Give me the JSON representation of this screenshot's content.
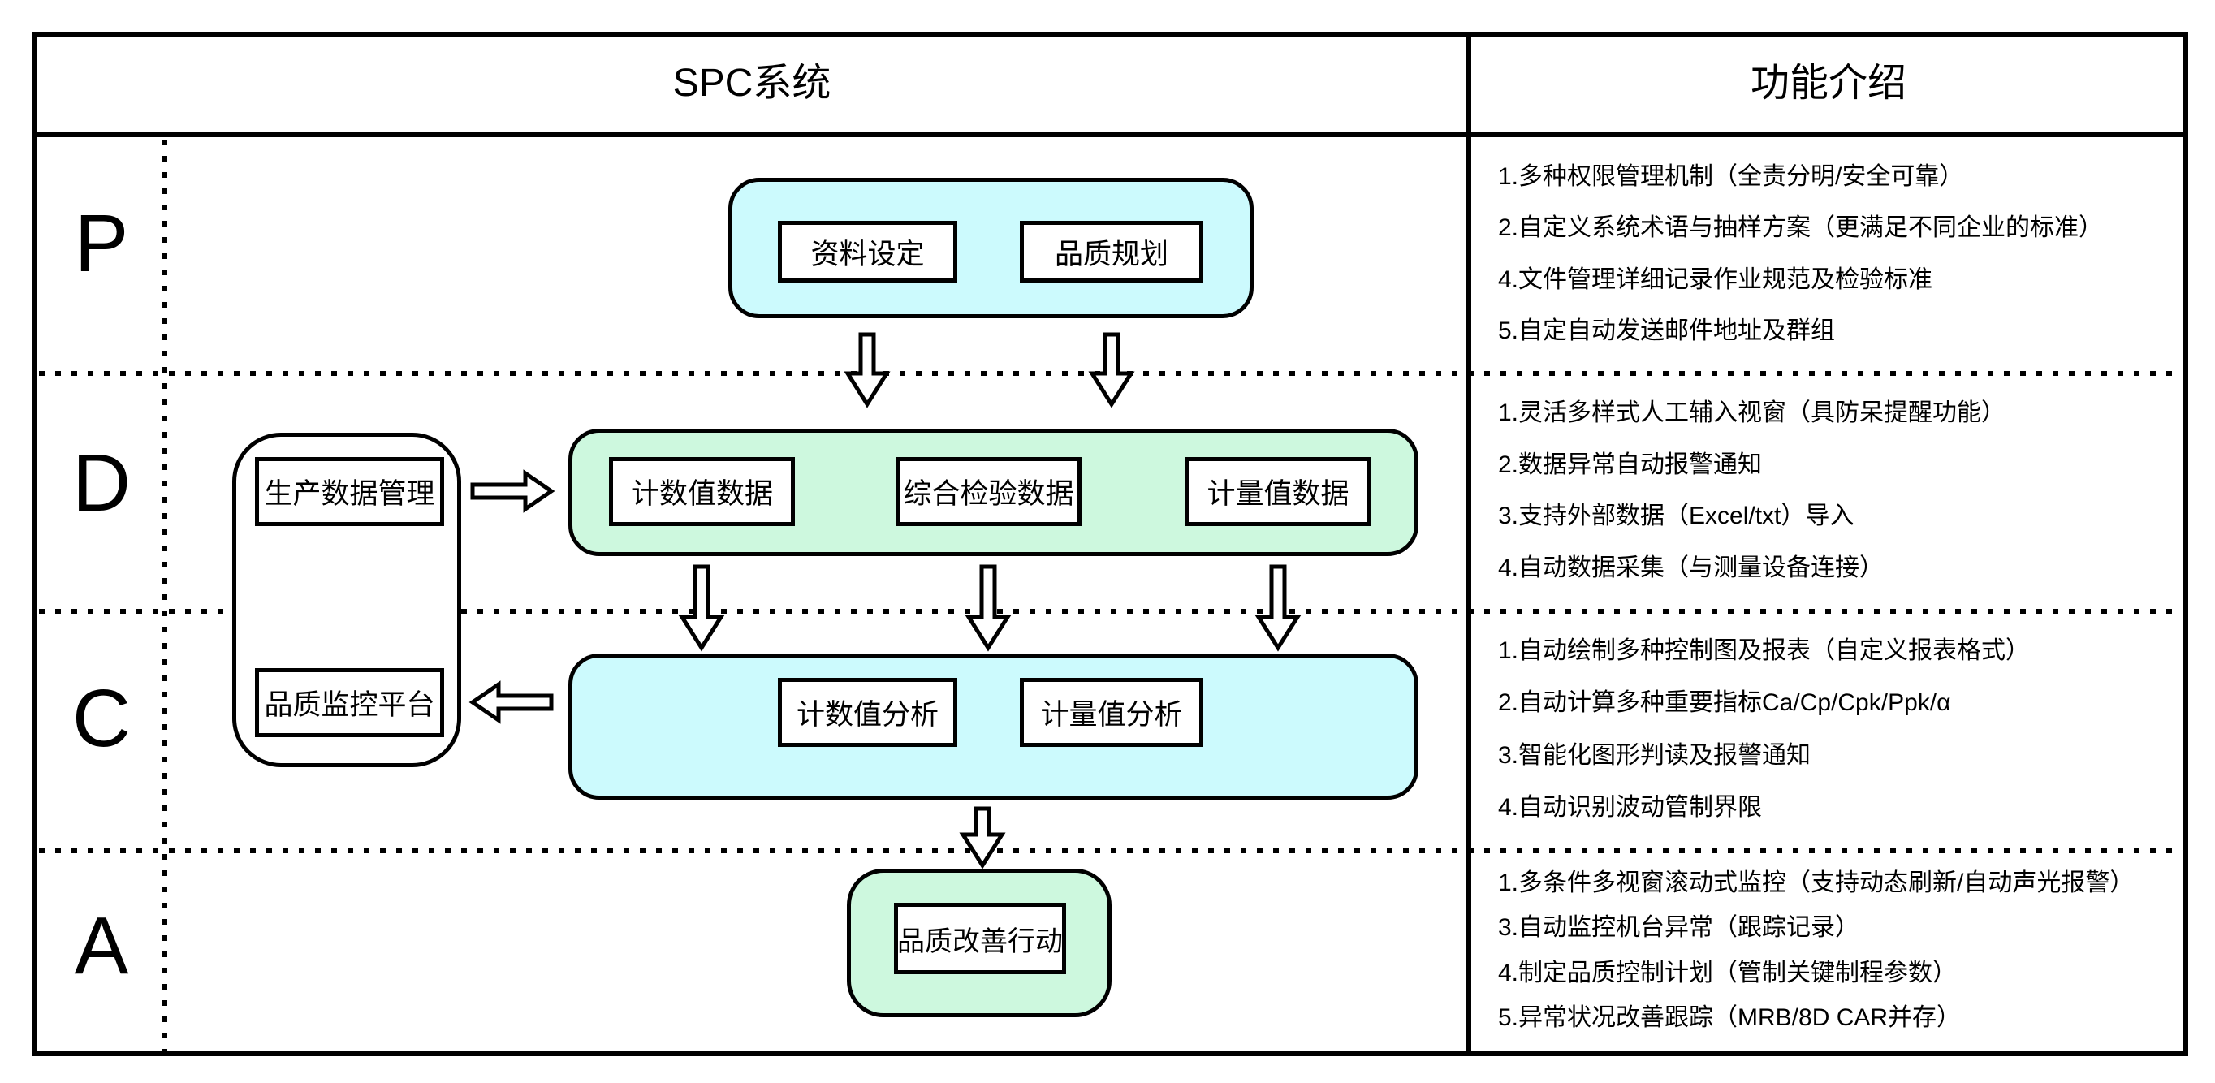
{
  "header": {
    "left": "SPC系统",
    "right": "功能介绍"
  },
  "pdca": {
    "p": {
      "letter": "P",
      "features": [
        "1.多种权限管理机制（全责分明/安全可靠）",
        "2.自定义系统术语与抽样方案（更满足不同企业的标准）",
        "4.文件管理详细记录作业规范及检验标准",
        "5.自定自动发送邮件地址及群组"
      ]
    },
    "d": {
      "letter": "D",
      "features": [
        "1.灵活多样式人工辅入视窗（具防呆提醒功能）",
        "2.数据异常自动报警通知",
        "3.支持外部数据（Excel/txt）导入",
        "4.自动数据采集（与测量设备连接）"
      ]
    },
    "c": {
      "letter": "C",
      "features": [
        "1.自动绘制多种控制图及报表（自定义报表格式）",
        "2.自动计算多种重要指标Ca/Cp/Cpk/Ppk/α",
        "3.智能化图形判读及报警通知",
        "4.自动识别波动管制界限"
      ]
    },
    "a": {
      "letter": "A",
      "features": [
        "1.多条件多视窗滚动式监控（支持动态刷新/自动声光报警）",
        "3.自动监控机台异常（跟踪记录）",
        "4.制定品质控制计划（管制关键制程参数）",
        "5.异常状况改善跟踪（MRB/8D CAR并存）"
      ]
    }
  },
  "flow": {
    "plan": {
      "boxes": [
        "资料设定",
        "品质规划"
      ]
    },
    "side": {
      "boxes": [
        "生产数据管理",
        "品质监控平台"
      ]
    },
    "data": {
      "boxes": [
        "计数值数据",
        "综合检验数据",
        "计量值数据"
      ]
    },
    "analysis": {
      "boxes": [
        "计数值分析",
        "计量值分析"
      ]
    },
    "action": {
      "boxes": [
        "品质改善行动"
      ]
    }
  },
  "colors": {
    "cyan": "#ccfafd",
    "green": "#cdf8de",
    "line": "#000000",
    "background": "#ffffff"
  }
}
